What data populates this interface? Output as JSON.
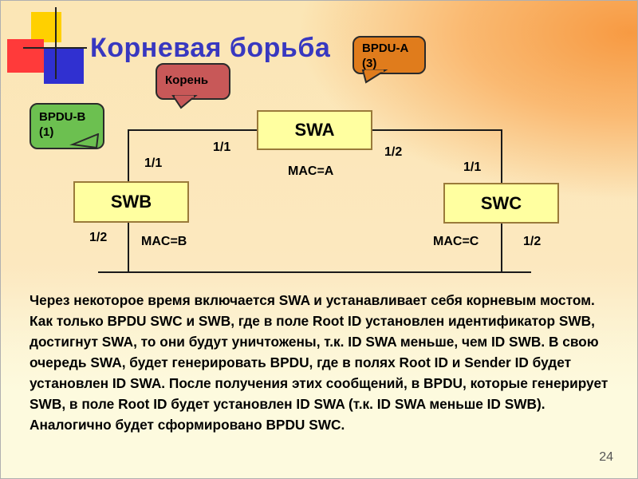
{
  "slide": {
    "title": "Корневая борьба",
    "page_number": "24"
  },
  "switches": {
    "swa": {
      "name": "SWA",
      "mac": "MAC=A",
      "port_left": "1/1",
      "port_right": "1/2"
    },
    "swb": {
      "name": "SWB",
      "mac": "MAC=B",
      "port_top": "1/1",
      "port_bottom": "1/2"
    },
    "swc": {
      "name": "SWC",
      "mac": "MAC=C",
      "port_top": "1/1",
      "port_bottom": "1/2"
    }
  },
  "callouts": {
    "bpdu_a": {
      "line1": "BPDU-A",
      "line2": "(3)",
      "color": "#e07c1c"
    },
    "root": {
      "text": "Корень",
      "color": "#c85858"
    },
    "bpdu_b": {
      "line1": "BPDU-B",
      "line2": "(1)",
      "color": "#6cc050"
    }
  },
  "colors": {
    "title": "#3838c0",
    "switch_fill": "#ffffa0",
    "switch_border": "#9a7a3a"
  },
  "body_text": "Через некоторое время включается SWA и устанавливает себя корневым мостом. Как только BPDU SWC и SWB, где в поле Root ID установлен идентификатор SWB, достигнут SWA, то они будут уничтожены, т.к. ID SWA меньше, чем ID SWB. В свою очередь SWA, будет генерировать  BPDU, где в полях Root ID и Sender ID будет установлен ID SWA. После получения этих сообщений, в BPDU, которые генерирует SWB, в поле  Root ID  будет установлен ID SWA (т.к. ID SWA меньше ID SWB).  Аналогично будет сформировано BPDU SWC."
}
